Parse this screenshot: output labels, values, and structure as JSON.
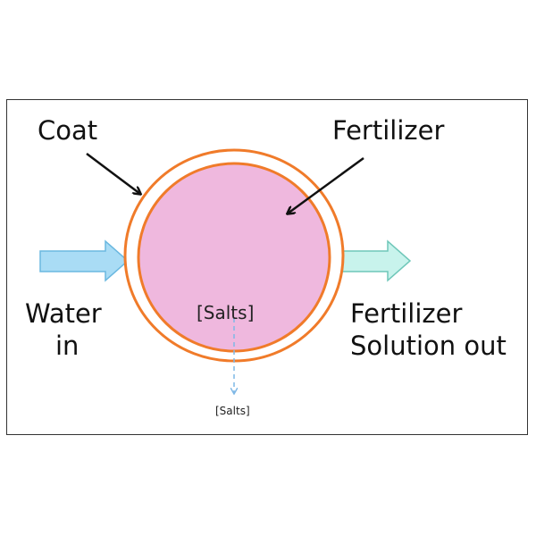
{
  "labels": {
    "coat": "Coat",
    "fertilizer": "Fertilizer",
    "water_in_line1": "Water",
    "water_in_line2": "in",
    "out_line1": "Fertilizer",
    "out_line2": "Solution out",
    "salts_inside": "[Salts]",
    "salts_outside": "[Salts]"
  },
  "colors": {
    "coat": "#f07b2a",
    "fertilizer_fill": "#efb8de",
    "water_arrow": "#a9dcf5",
    "out_arrow": "#c8f3ec",
    "salts_arrow": "#7fb8e6"
  }
}
